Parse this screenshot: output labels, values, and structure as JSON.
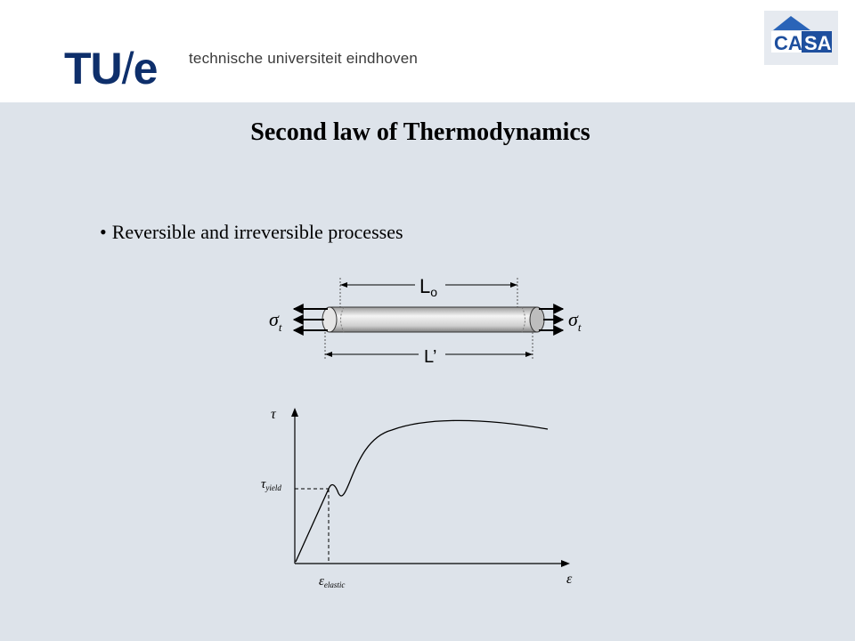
{
  "header": {
    "logo_main": "TU",
    "logo_slash": "/",
    "logo_e": "e",
    "university": "technische universiteit eindhoven",
    "casa_logo": {
      "text_left": "CA",
      "text_right": "SA"
    }
  },
  "slide": {
    "title": "Second law of Thermodynamics",
    "bullet": "Reversible and irreversible processes"
  },
  "rod_figure": {
    "top_label_main": "L",
    "top_label_sub": "o",
    "bottom_label": "L’",
    "stress_left_main": "σ",
    "stress_left_sub": "t",
    "stress_right_main": "σ",
    "stress_right_sub": "t"
  },
  "stress_strain": {
    "y_axis_label": "τ",
    "x_axis_label": "ε",
    "yield_label_main": "τ",
    "yield_label_sub": "yield",
    "elastic_label_main": "ε",
    "elastic_label_sub": "elastic"
  }
}
